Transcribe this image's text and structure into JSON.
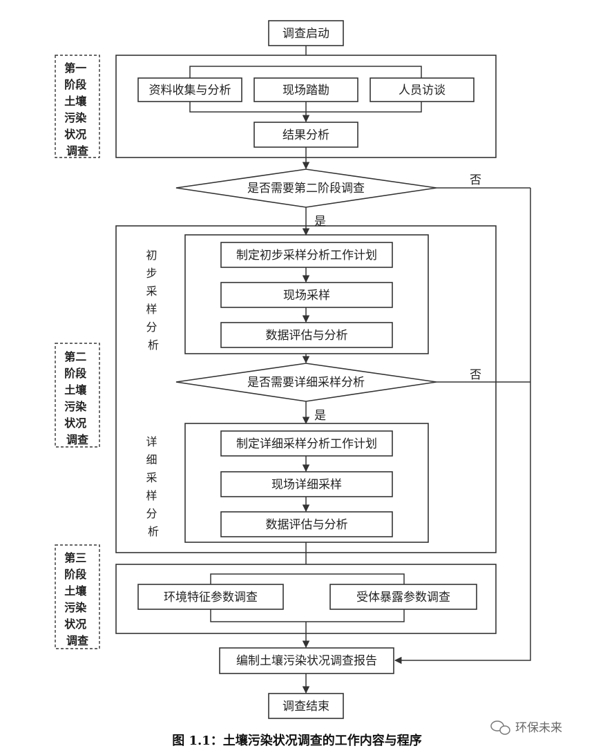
{
  "nodes": {
    "start": "调查启动",
    "collect": "资料收集与分析",
    "site_survey": "现场踏勘",
    "interview": "人员访谈",
    "result": "结果分析",
    "decision1": "是否需要第二阶段调查",
    "plan_initial": "制定初步采样分析工作计划",
    "sampling": "现场采样",
    "eval1": "数据评估与分析",
    "decision2": "是否需要详细采样分析",
    "plan_detail": "制定详细采样分析工作计划",
    "sampling_detail": "现场详细采样",
    "eval2": "数据评估与分析",
    "env_param": "环境特征参数调查",
    "exposure_param": "受体暴露参数调查",
    "report": "编制土壤污染状况调查报告",
    "end": "调查结束"
  },
  "edge_labels": {
    "yes1": "是",
    "no1": "否",
    "yes2": "是",
    "no2": "否"
  },
  "stages": {
    "stage1": [
      "第一",
      "阶段",
      "土壤",
      "污染",
      "状况",
      "调查"
    ],
    "stage2": [
      "第二",
      "阶段",
      "土壤",
      "污染",
      "状况",
      "调查"
    ],
    "stage3": [
      "第三",
      "阶段",
      "土壤",
      "污染",
      "状况",
      "调查"
    ]
  },
  "groups": {
    "initial": [
      "初",
      "步",
      "采",
      "样",
      "分",
      "析"
    ],
    "detail": [
      "详",
      "细",
      "采",
      "样",
      "分",
      "析"
    ]
  },
  "caption": "图 1.1：土壤污染状况调查的工作内容与程序",
  "watermark": "环保未来"
}
